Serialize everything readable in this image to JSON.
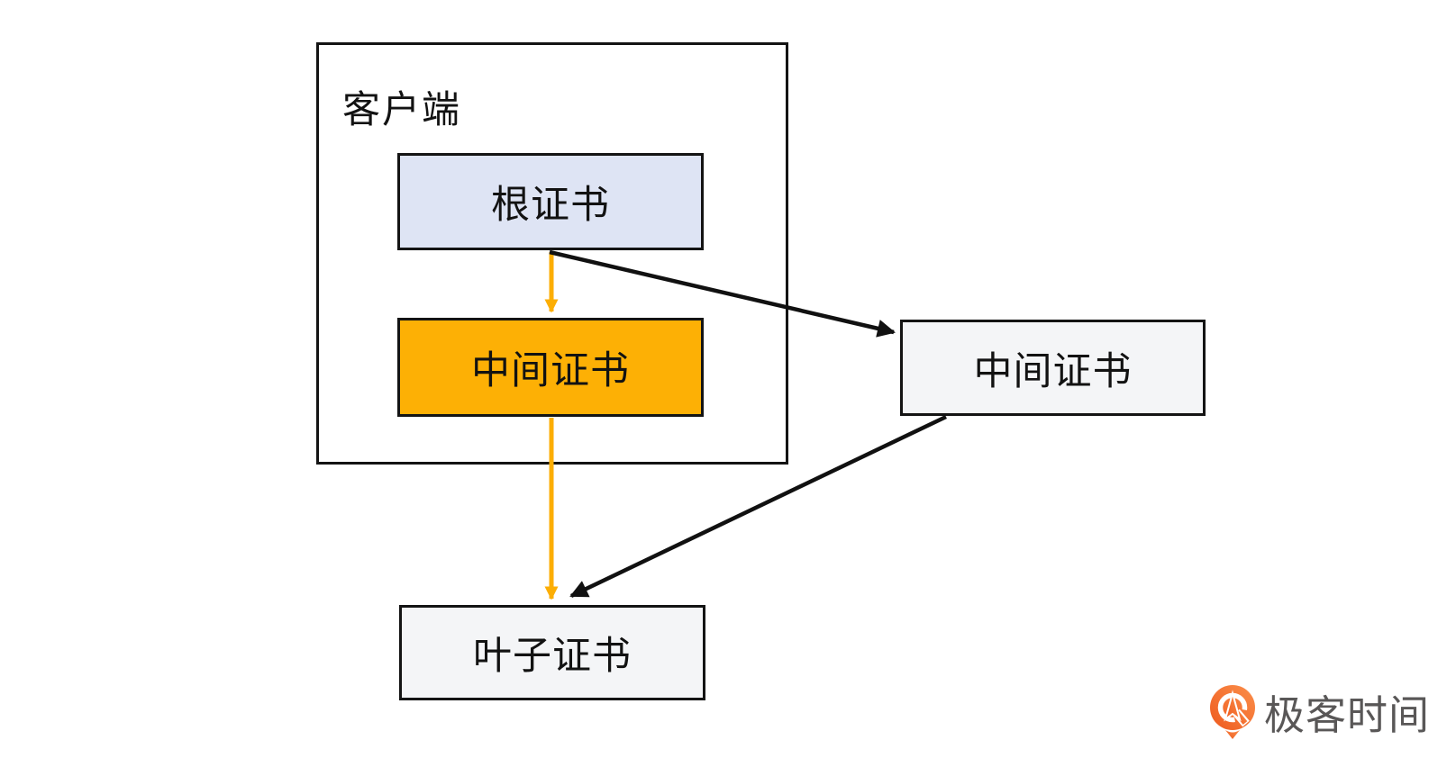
{
  "diagram": {
    "client_container": {
      "label": "客户端"
    },
    "nodes": {
      "root_cert": {
        "label": "根证书",
        "fill": "#dee4f4"
      },
      "intermediate_cert_local": {
        "label": "中间证书",
        "fill": "#fdb005"
      },
      "intermediate_cert_remote": {
        "label": "中间证书",
        "fill": "#f4f5f7"
      },
      "leaf_cert": {
        "label": "叶子证书",
        "fill": "#f4f5f7"
      }
    },
    "edges": [
      {
        "from": "root_cert",
        "to": "intermediate_cert_local",
        "color": "#fcae04"
      },
      {
        "from": "intermediate_cert_local",
        "to": "leaf_cert",
        "color": "#fcae04"
      },
      {
        "from": "root_cert",
        "to": "intermediate_cert_remote",
        "color": "#111111"
      },
      {
        "from": "intermediate_cert_remote",
        "to": "leaf_cert",
        "color": "#111111"
      }
    ],
    "colors": {
      "border": "#141414",
      "arrow_orange": "#fcae04",
      "arrow_black": "#111111"
    }
  },
  "branding": {
    "logo_text": "极客时间",
    "logo_orange": "#f4661f",
    "logo_text_color": "#595757"
  }
}
